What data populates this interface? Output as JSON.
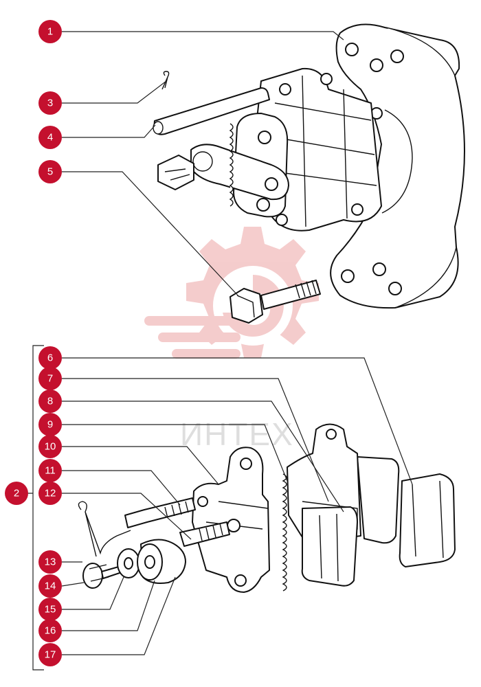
{
  "colors": {
    "callout": "#c4102e",
    "line": "#111111",
    "watermark": "#f3c4c4"
  },
  "watermark": {
    "text": "ИНТЕХ"
  },
  "callouts": [
    {
      "id": "1",
      "label": "1"
    },
    {
      "id": "2",
      "label": "2"
    },
    {
      "id": "3",
      "label": "3"
    },
    {
      "id": "4",
      "label": "4"
    },
    {
      "id": "5",
      "label": "5"
    },
    {
      "id": "6",
      "label": "6"
    },
    {
      "id": "7",
      "label": "7"
    },
    {
      "id": "8",
      "label": "8"
    },
    {
      "id": "9",
      "label": "9"
    },
    {
      "id": "10",
      "label": "10"
    },
    {
      "id": "11",
      "label": "11"
    },
    {
      "id": "12",
      "label": "12"
    },
    {
      "id": "13",
      "label": "13"
    },
    {
      "id": "14",
      "label": "14"
    },
    {
      "id": "15",
      "label": "15"
    },
    {
      "id": "16",
      "label": "16"
    },
    {
      "id": "17",
      "label": "17"
    }
  ]
}
